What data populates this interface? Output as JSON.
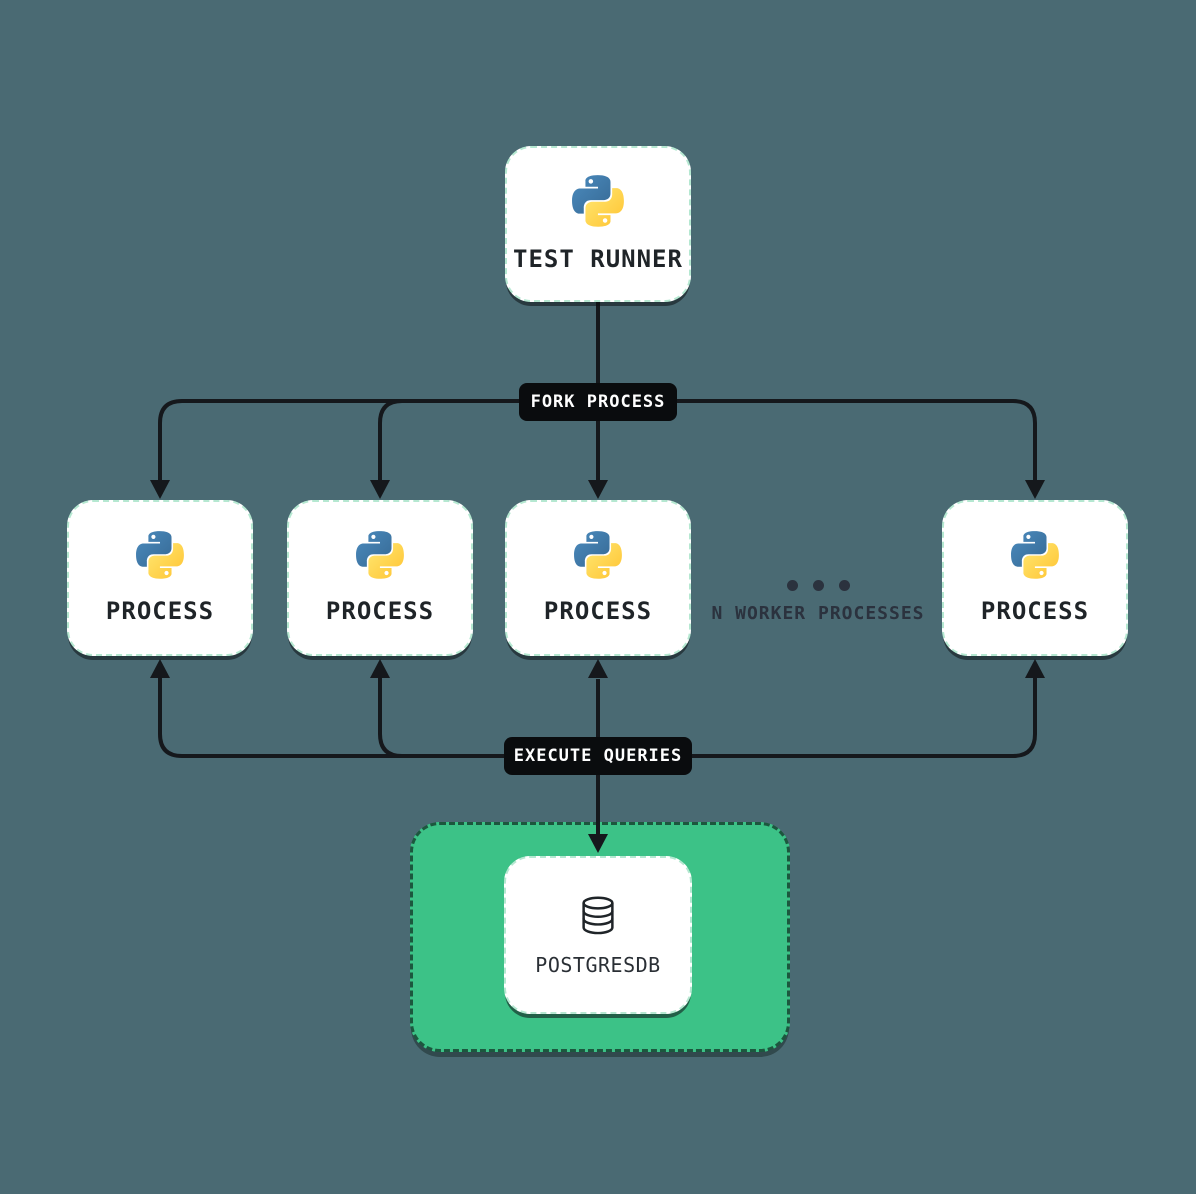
{
  "diagram": {
    "colors": {
      "background": "#4a6a73",
      "arrow": "#15181c",
      "node_bg": "#ffffff",
      "pill_bg": "#0a0c0e",
      "pill_text": "#ffffff",
      "database_container_green": "#3cc287",
      "node_text": "#1f2428",
      "annotation_text": "#2b323e",
      "python_blue": "#387EB8",
      "python_yellow": "#FFD43B"
    },
    "test_runner": {
      "label": "TEST RUNNER",
      "icon": "python-logo-icon"
    },
    "fork_edge_label": "FORK PROCESS",
    "processes": [
      {
        "label": "PROCESS",
        "icon": "python-logo-icon"
      },
      {
        "label": "PROCESS",
        "icon": "python-logo-icon"
      },
      {
        "label": "PROCESS",
        "icon": "python-logo-icon"
      },
      {
        "label": "PROCESS",
        "icon": "python-logo-icon"
      }
    ],
    "worker_annotation": {
      "dots_count": 3,
      "label": "N WORKER PROCESSES"
    },
    "execute_edge_label": "EXECUTE QUERIES",
    "database": {
      "label": "POSTGRESDB",
      "icon": "database-icon"
    }
  }
}
